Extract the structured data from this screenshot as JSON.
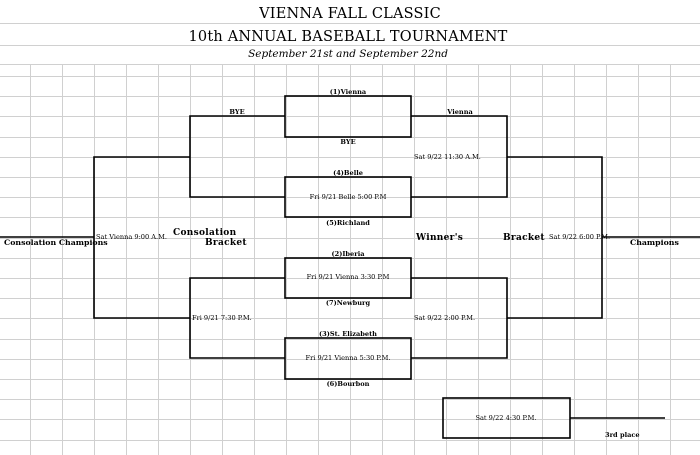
{
  "header": {
    "title": "VIENNA FALL CLASSIC",
    "subtitle": "10th ANNUAL BASEBALL TOURNAMENT",
    "dates": "September 21st and September 22nd"
  },
  "teams": {
    "seed1": "(1)Vienna",
    "bye_top": "BYE",
    "bye_bottom": "BYE",
    "vienna_advance": "Vienna",
    "seed4": "(4)Belle",
    "seed5": "(5)Richland",
    "seed2": "(2)Iberia",
    "seed7": "(7)Newburg",
    "seed3": "(3)St. Elizabeth",
    "seed6": "(6)Bourbon"
  },
  "games": {
    "belle_game": "Fri  9/21 Belle 5:00 P.M",
    "iberia_game": "Fri 9/21 Vienna 3:30 P.M",
    "stliz_game": "Fri 9/21 Vienna 5:30 P.M.",
    "winners_semi_top": "Sat 9/22 11:30 A.M.",
    "winners_semi_bottom": "Sat 9/22 2:00 P.M.",
    "winners_final": "Sat 9/22 6:00 P.M.",
    "consolation_semi": "Fri 9/21 7:30 P.M.",
    "consolation_final": "Sat Vienna 9:00 A.M.",
    "third_place_game": "Sat 9/22 4:30 P.M."
  },
  "labels": {
    "consolation": "Consolation",
    "bracket_left": "Bracket",
    "winners": "Winner's",
    "bracket_right": "Bracket",
    "consolation_champions": "Consolation Champions",
    "champions": "Champions",
    "third_place": "3rd place"
  }
}
